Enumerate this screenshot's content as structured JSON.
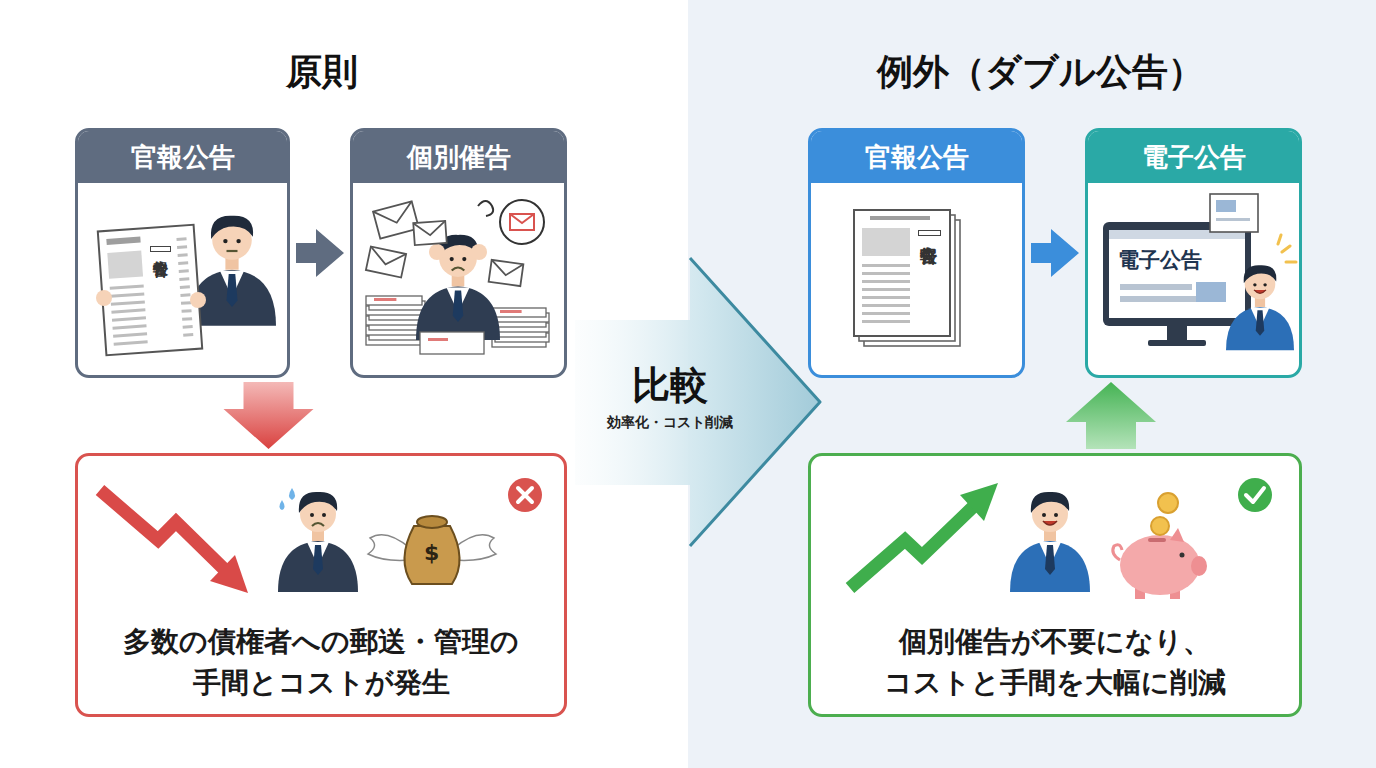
{
  "diagram": {
    "nodes": [
      {
        "text": [
          "原則"
        ]
      },
      {
        "text": [
          "官報公告"
        ],
        "in": 0
      },
      {
        "text": [
          "個別催告"
        ],
        "in": 0
      },
      {
        "text": [
          "多数の債権者への郵送・管理の手間とコストが発生"
        ],
        "in": 0
      },
      {
        "text": [
          "例外（ダブル公告）"
        ]
      },
      {
        "text": [
          "官報公告"
        ],
        "in": 4
      },
      {
        "text": [
          "電子公告"
        ],
        "in": 4
      },
      {
        "text": [
          "個別催告が不要になり、コストと手間を大幅に削減"
        ],
        "in": 4
      },
      {
        "text": [
          "比較",
          "効率化・コスト削減"
        ]
      }
    ],
    "edges": [
      {
        "from": 1,
        "to": 2,
        "arrow": "to"
      },
      {
        "from": 1,
        "to": 3,
        "arrow": "to"
      },
      {
        "from": 5,
        "to": 6,
        "arrow": "to"
      },
      {
        "from": 7,
        "to": 6,
        "arrow": "to"
      }
    ],
    "labels": [
      "官報公告",
      "官報公告",
      "電子公告",
      "$"
    ]
  }
}
